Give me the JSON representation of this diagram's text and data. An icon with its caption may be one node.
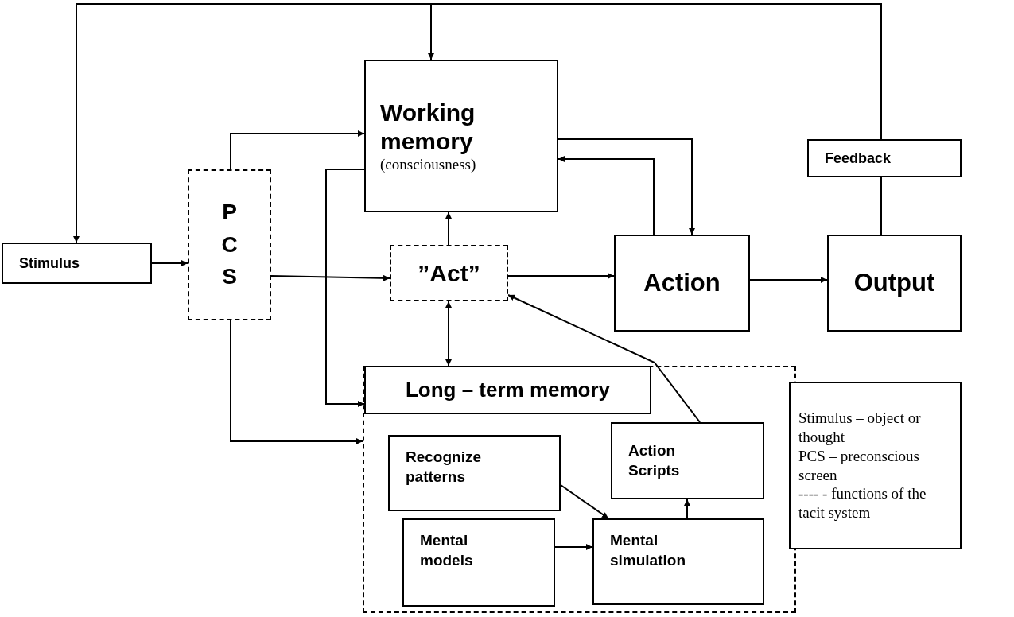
{
  "diagram": {
    "nodes": [
      {
        "text": [
          "Working memory",
          "(consciousness)"
        ]
      },
      {
        "text": [
          "Feedback"
        ]
      },
      {
        "text": [
          "Stimulus"
        ]
      },
      {
        "text": [
          "PCS"
        ]
      },
      {
        "text": [
          "”Act”"
        ]
      },
      {
        "text": [
          "Action"
        ]
      },
      {
        "text": [
          "Output"
        ]
      },
      {
        "text": [],
        "shape": "box"
      },
      {
        "text": [
          "Long – term memory"
        ],
        "in": 7
      },
      {
        "text": [
          "Action Scripts"
        ],
        "in": 7
      },
      {
        "text": [
          "Recognize patterns"
        ],
        "in": 7
      },
      {
        "text": [
          "Mental models"
        ],
        "in": 7
      },
      {
        "text": [
          "Mental simulation"
        ],
        "in": 7
      },
      {
        "text": [
          "Stimulus – object or thought",
          "PCS – preconscious screen",
          "---- - functions of the tacit system"
        ]
      }
    ],
    "edges": [
      {
        "from": 2,
        "to": 3,
        "arrow": "to"
      },
      {
        "from": 3,
        "to": 0,
        "arrow": "to"
      },
      {
        "from": 3,
        "to": 4,
        "arrow": "to"
      },
      {
        "from": 3,
        "to": 7,
        "arrow": "to"
      },
      {
        "from": 0,
        "to": 8,
        "arrow": "to"
      },
      {
        "from": 4,
        "to": 0,
        "arrow": "to"
      },
      {
        "from": 4,
        "to": 8,
        "arrow": "both"
      },
      {
        "from": 4,
        "to": 5,
        "arrow": "to"
      },
      {
        "from": 0,
        "to": 5,
        "arrow": "to"
      },
      {
        "from": 5,
        "to": 0,
        "arrow": "to"
      },
      {
        "from": 5,
        "to": 6,
        "arrow": "to"
      },
      {
        "from": 6,
        "to": 1,
        "arrow": "none"
      },
      {
        "from": 1,
        "to": 2,
        "arrow": "to"
      },
      {
        "from": 1,
        "to": 0,
        "arrow": "to"
      },
      {
        "from": 9,
        "to": 4,
        "arrow": "to"
      },
      {
        "from": 10,
        "to": 12,
        "arrow": "to"
      },
      {
        "from": 11,
        "to": 12,
        "arrow": "to"
      },
      {
        "from": 12,
        "to": 9,
        "arrow": "to"
      }
    ]
  }
}
